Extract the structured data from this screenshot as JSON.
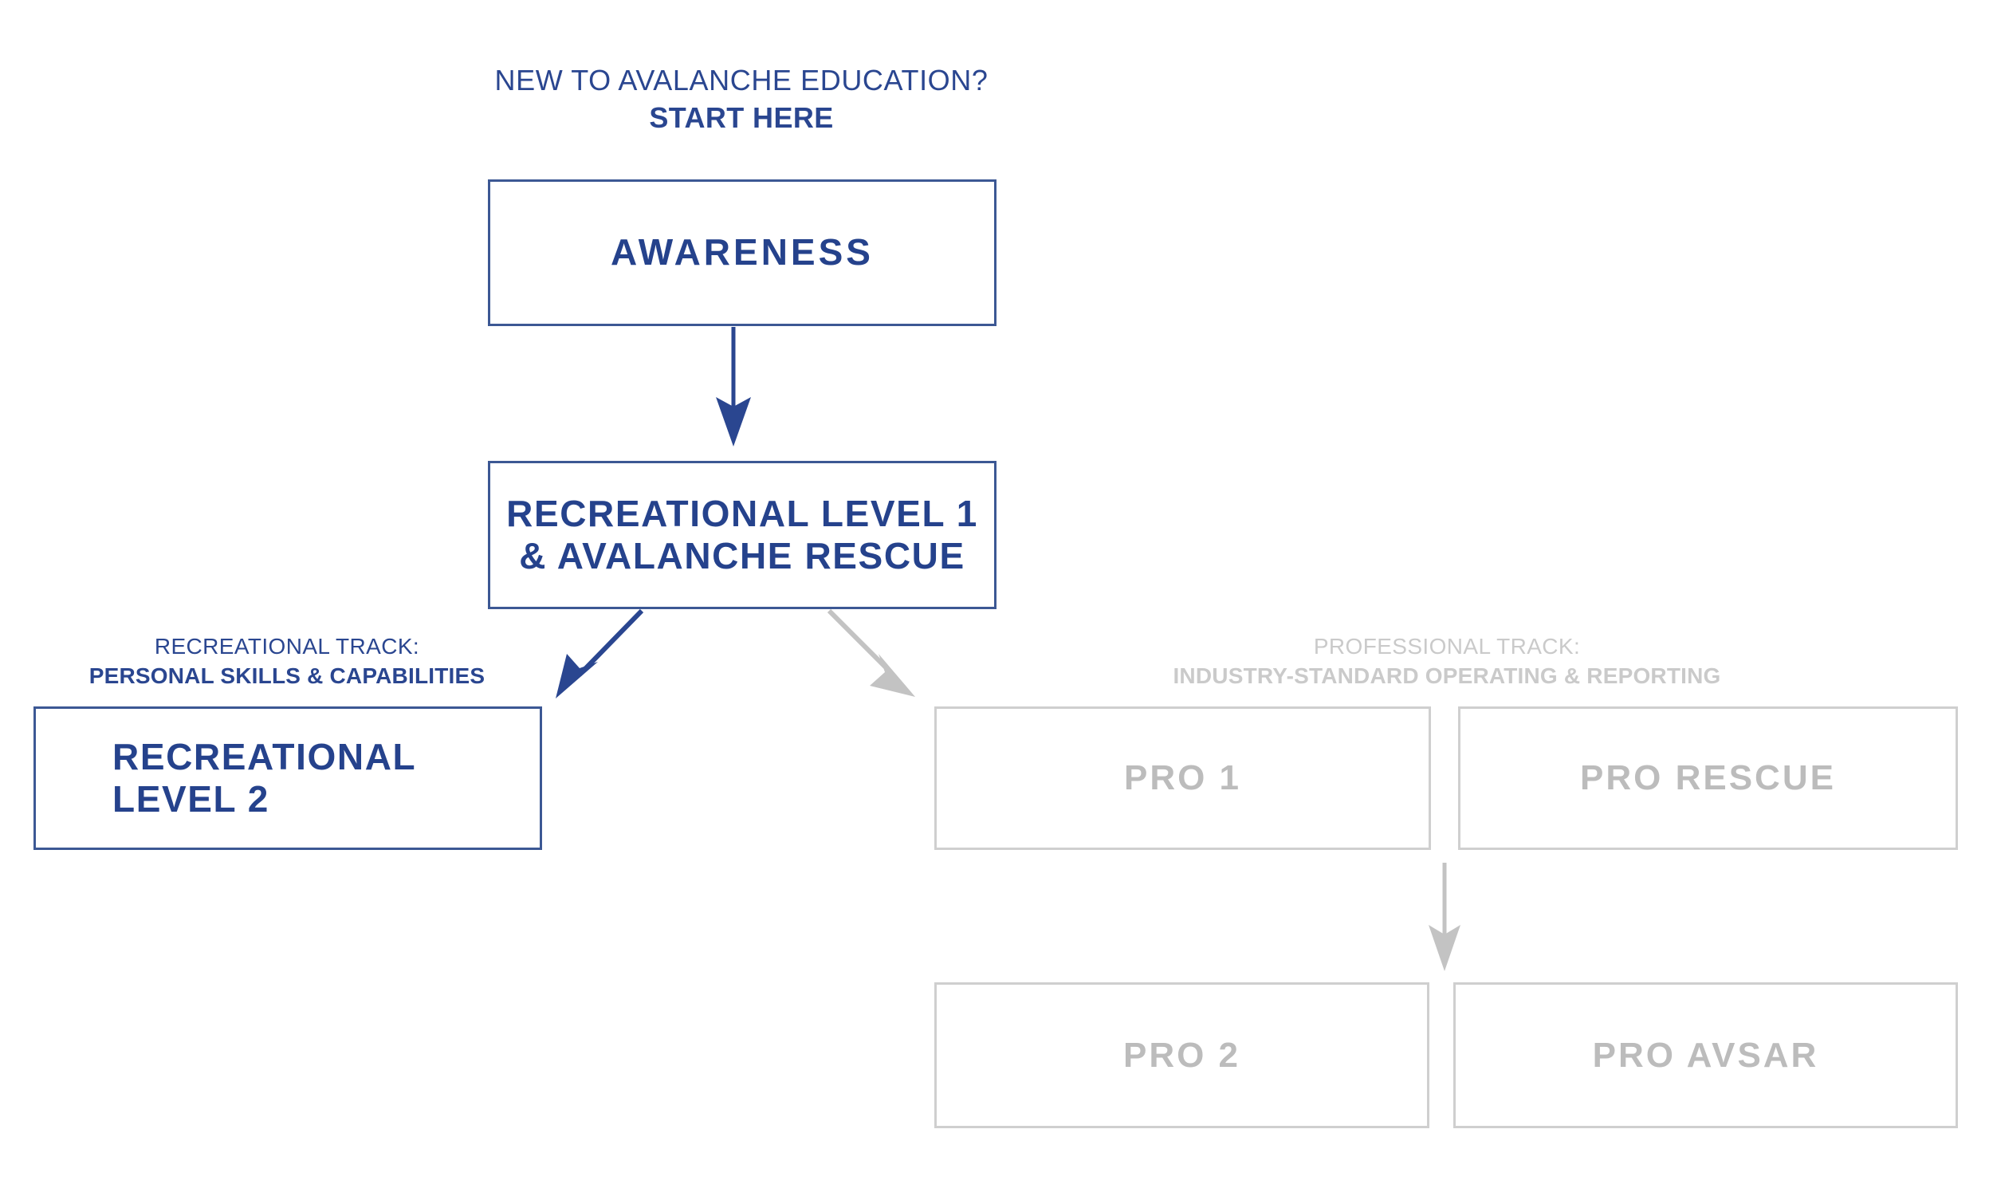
{
  "header": {
    "line1": "NEW TO AVALANCHE EDUCATION?",
    "line2": "START HERE"
  },
  "colors": {
    "navy_text": "#25428c",
    "navy_border": "#3c5894",
    "navy_arrow": "#2a4690",
    "gray_text": "#bcbcbc",
    "gray_border": "#cfcfcf",
    "gray_arrow": "#c3c3c3",
    "background": "#ffffff"
  },
  "nodes": {
    "awareness": {
      "label": "AWARENESS",
      "state": "active"
    },
    "rec_level_1": {
      "label": "RECREATIONAL LEVEL 1\n& AVALANCHE RESCUE",
      "state": "active"
    },
    "rec_level_2": {
      "label": "RECREATIONAL LEVEL 2",
      "state": "active"
    },
    "pro_1": {
      "label": "PRO 1",
      "state": "inactive"
    },
    "pro_rescue": {
      "label": "PRO RESCUE",
      "state": "inactive"
    },
    "pro_2": {
      "label": "PRO 2",
      "state": "inactive"
    },
    "pro_avsar": {
      "label": "PRO AVSAR",
      "state": "inactive"
    }
  },
  "tracks": {
    "recreational": {
      "caption_top": "RECREATIONAL TRACK:",
      "caption_bottom": "PERSONAL SKILLS & CAPABILITIES"
    },
    "professional": {
      "caption_top": "PROFESSIONAL TRACK:",
      "caption_bottom": "INDUSTRY-STANDARD OPERATING & REPORTING"
    }
  },
  "connectors": [
    {
      "name": "awareness-to-rec-level-1",
      "from": "awareness",
      "to": "rec_level_1",
      "color": "navy",
      "direction": "down"
    },
    {
      "name": "rec-level-1-to-rec-level-2",
      "from": "rec_level_1",
      "to": "rec_level_2",
      "color": "navy",
      "direction": "down-left"
    },
    {
      "name": "rec-level-1-to-pro-1",
      "from": "rec_level_1",
      "to": "pro_1",
      "color": "gray",
      "direction": "down-right"
    },
    {
      "name": "pro-1-to-pro-2",
      "from": "pro_1",
      "to": "pro_2",
      "color": "gray",
      "direction": "down"
    }
  ]
}
